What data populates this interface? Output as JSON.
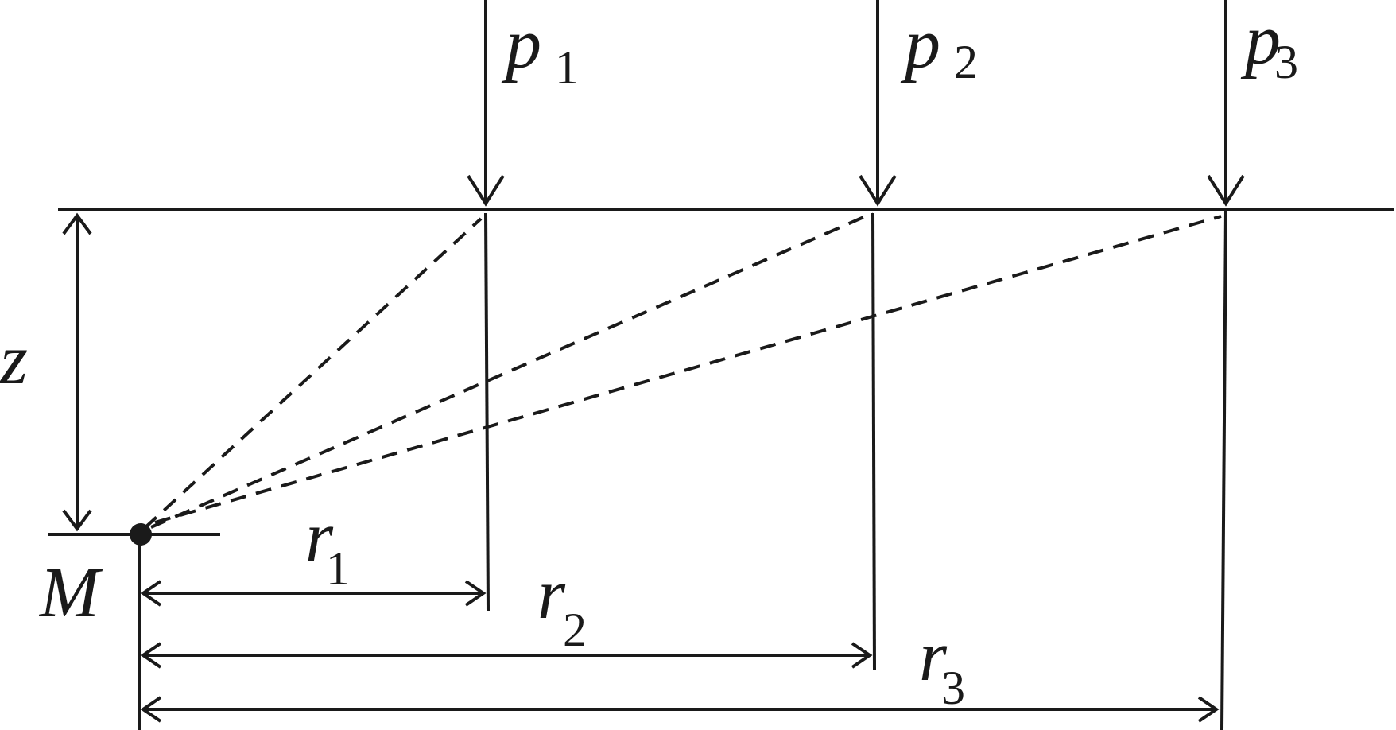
{
  "labels": {
    "loads": [
      {
        "letter": "p",
        "index": "1"
      },
      {
        "letter": "p",
        "index": "2"
      },
      {
        "letter": "p",
        "index": "3"
      }
    ],
    "distances": [
      {
        "letter": "r",
        "index": "1"
      },
      {
        "letter": "r",
        "index": "2"
      },
      {
        "letter": "r",
        "index": "3"
      }
    ],
    "depth": "z",
    "point": "M"
  }
}
